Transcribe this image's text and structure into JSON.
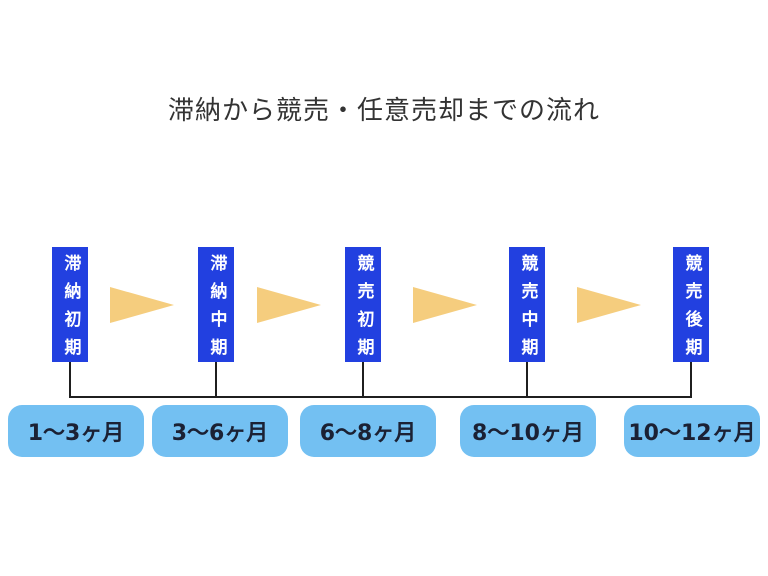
{
  "title": "滞納から競売・任意売却までの流れ",
  "colors": {
    "background": "#ffffff",
    "title_text": "#333333",
    "stage_box": "#2240e0",
    "stage_text": "#ffffff",
    "arrow": "#f5cd7e",
    "connector_line": "#1f1f1f",
    "period_badge": "#73c0f2",
    "period_text": "#1b2134"
  },
  "flow": {
    "stages": [
      {
        "label": "滞納初期",
        "period": "1〜3ヶ月"
      },
      {
        "label": "滞納中期",
        "period": "3〜6ヶ月"
      },
      {
        "label": "競売初期",
        "period": "6〜8ヶ月"
      },
      {
        "label": "競売中期",
        "period": "8〜10ヶ月"
      },
      {
        "label": "競売後期",
        "period": "10〜12ヶ月"
      }
    ],
    "arrow_icon": "right-arrow-icon",
    "arrow_count": 4
  }
}
